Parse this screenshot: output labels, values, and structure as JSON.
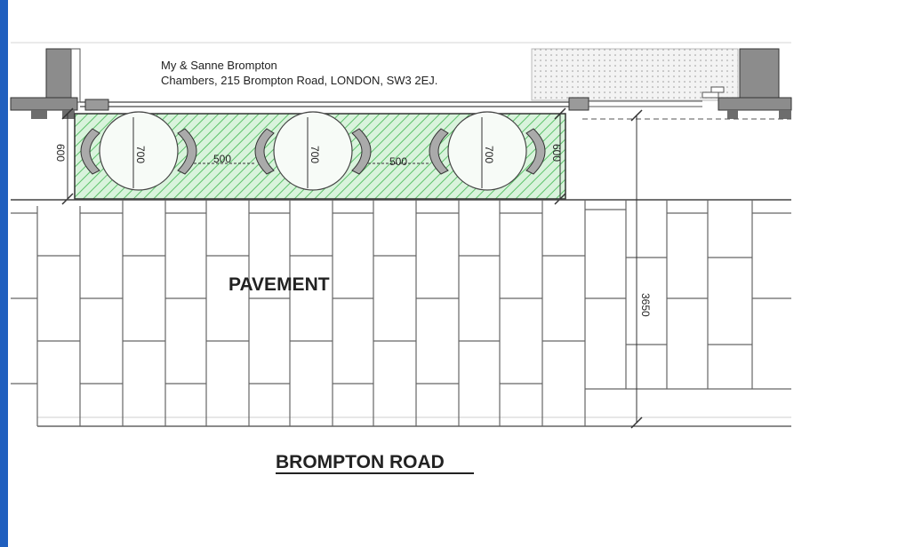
{
  "building": {
    "name_line1": "My & Sanne Brompton",
    "name_line2": "Chambers, 215 Brompton Road, LONDON, SW3 2EJ."
  },
  "dimensions": {
    "side_depth": "600",
    "table_diameter": "700",
    "gap": "500",
    "pavement_width": "3650"
  },
  "labels": {
    "pavement": "PAVEMENT",
    "road": "BROMPTON ROAD"
  },
  "colors": {
    "frame_edge": "#1f5fbf",
    "seating_area_fill": "#d9f3dc",
    "seating_area_hatch": "#5cc26a",
    "line": "#333333"
  },
  "tables": [
    {
      "table_dim": "700"
    },
    {
      "table_dim": "700"
    },
    {
      "table_dim": "700"
    }
  ]
}
